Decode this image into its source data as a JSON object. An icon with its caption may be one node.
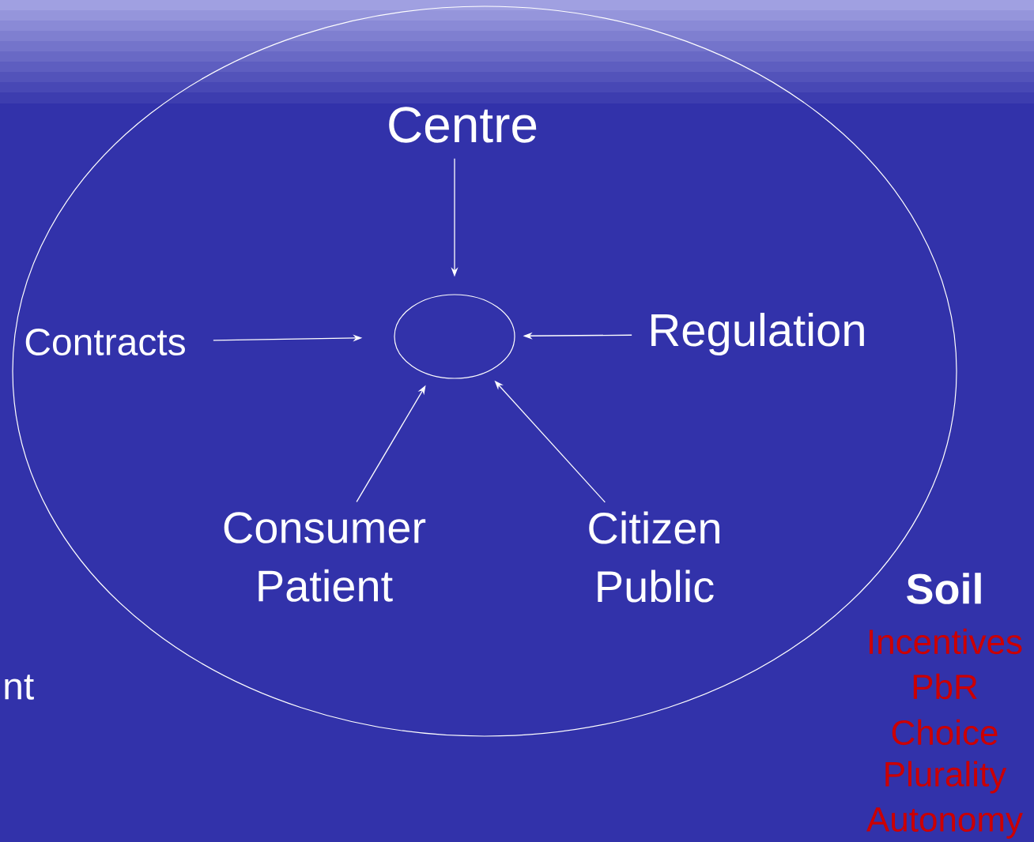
{
  "diagram": {
    "nodes": [
      {
        "text": [
          "Centre"
        ]
      },
      {
        "text": [
          "Contracts"
        ]
      },
      {
        "text": [],
        "shape": "circle"
      },
      {
        "text": [
          "Regulation"
        ]
      },
      {
        "text": [
          "Consumer",
          "Patient"
        ]
      },
      {
        "text": [
          "Citizen",
          "Public"
        ]
      }
    ],
    "edges": [
      {
        "from": 0,
        "to": 2,
        "arrow": "to"
      },
      {
        "from": 1,
        "to": 2,
        "arrow": "to"
      },
      {
        "from": 3,
        "to": 2,
        "arrow": "to"
      },
      {
        "from": 4,
        "to": 2,
        "arrow": "to"
      },
      {
        "from": 5,
        "to": 2,
        "arrow": "to"
      }
    ],
    "labels": [
      "Soil",
      "Incentives",
      "PbR",
      "Choice",
      "Plurality",
      "Autonomy",
      "nt"
    ]
  }
}
